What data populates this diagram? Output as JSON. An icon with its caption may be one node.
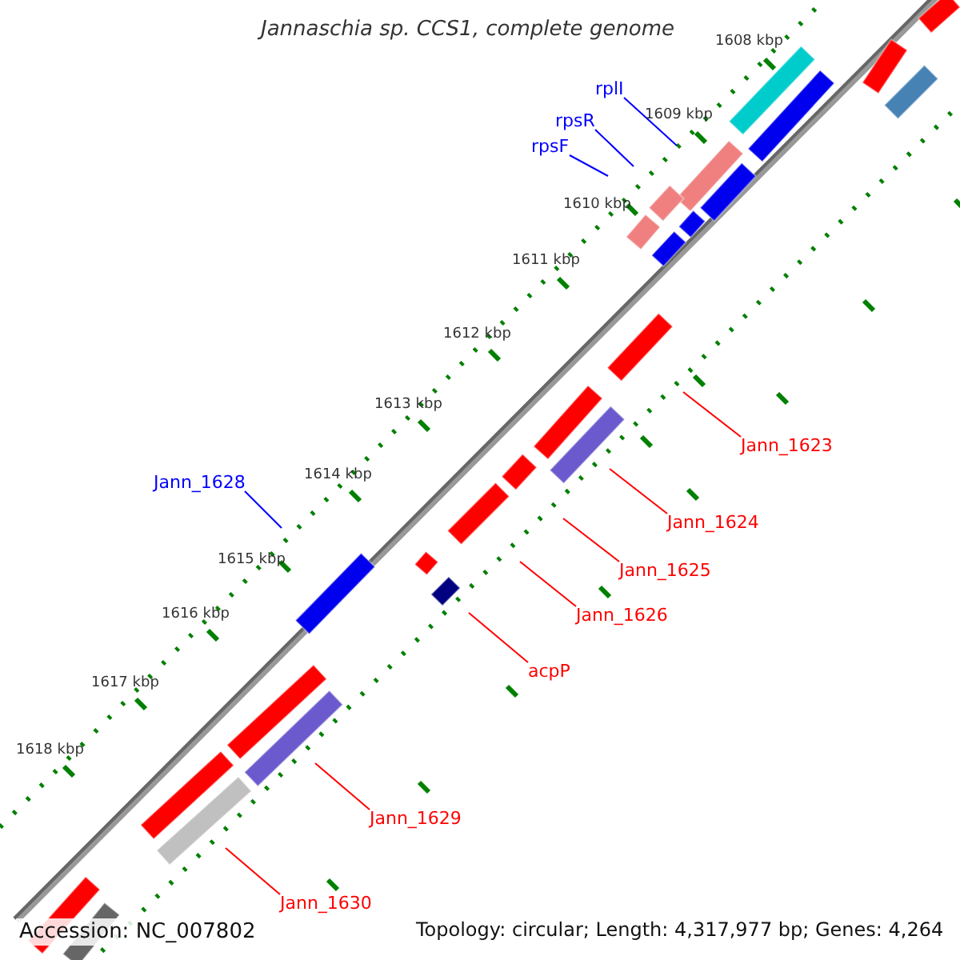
{
  "diagram": {
    "title": "Jannaschia sp. CCS1, complete genome",
    "nodes": [
      {
        "text": [
          "rplI"
        ]
      },
      {
        "text": [
          "rpsR"
        ]
      },
      {
        "text": [
          "rpsF"
        ]
      },
      {
        "text": [
          "Jann_1623"
        ]
      },
      {
        "text": [
          "Jann_1628"
        ]
      },
      {
        "text": [
          "Jann_1624"
        ]
      },
      {
        "text": [
          "Jann_1625"
        ]
      },
      {
        "text": [
          "Jann_1626"
        ]
      },
      {
        "text": [
          "acpP"
        ]
      },
      {
        "text": [
          "Jann_1629"
        ]
      },
      {
        "text": [
          "Jann_1630"
        ]
      }
    ],
    "edges": [
      {
        "from": 0,
        "to": null,
        "arrow": "none",
        "color": "#0000ff"
      },
      {
        "from": 1,
        "to": null,
        "arrow": "none",
        "color": "#0000ff"
      },
      {
        "from": 2,
        "to": null,
        "arrow": "none",
        "color": "#0000ff"
      },
      {
        "from": 3,
        "to": null,
        "arrow": "none"
      },
      {
        "from": 4,
        "to": null,
        "arrow": "none",
        "color": "#0000ff"
      },
      {
        "from": 5,
        "to": null,
        "arrow": "none"
      },
      {
        "from": 6,
        "to": null,
        "arrow": "none"
      },
      {
        "from": 7,
        "to": null,
        "arrow": "none"
      },
      {
        "from": 8,
        "to": null,
        "arrow": "none"
      },
      {
        "from": 9,
        "to": null,
        "arrow": "none"
      },
      {
        "from": 10,
        "to": null,
        "arrow": "none"
      }
    ],
    "labels": [
      "1608 kbp",
      "1609 kbp",
      "1610 kbp",
      "1611 kbp",
      "1612 kbp",
      "1613 kbp",
      "1614 kbp",
      "1615 kbp",
      "1616 kbp",
      "1617 kbp",
      "1618 kbp",
      "Accession: NC_007802",
      "Topology: circular; Length: 4,317,977 bp; Genes: 4,264"
    ]
  }
}
